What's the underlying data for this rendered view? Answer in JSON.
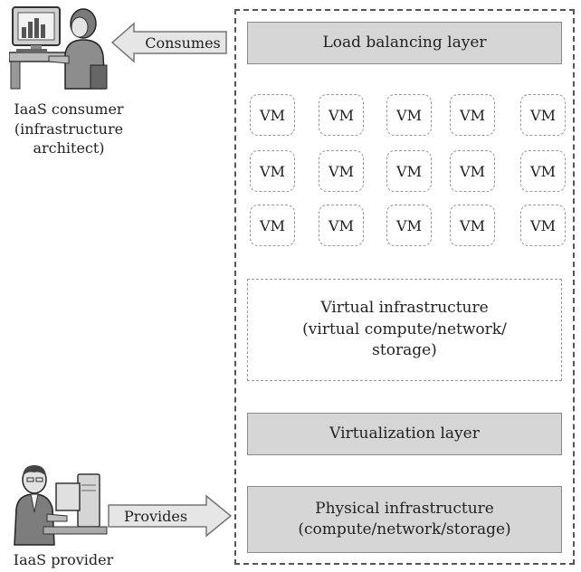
{
  "consumer": {
    "label_lines": [
      "IaaS consumer",
      "(infrastructure",
      "architect)"
    ],
    "icon": "person-at-computer-icon"
  },
  "provider": {
    "label": "IaaS provider",
    "icon": "man-at-computer-icon"
  },
  "arrows": {
    "consumes": "Consumes",
    "provides": "Provides"
  },
  "layers": {
    "load_balancing": "Load balancing layer",
    "virtual_infrastructure": [
      "Virtual infrastructure",
      "(virtual compute/network/",
      "storage)"
    ],
    "virtualization": "Virtualization layer",
    "physical_infrastructure": [
      "Physical infrastructure",
      "(compute/network/storage)"
    ]
  },
  "vm_grid": {
    "rows": [
      [
        "VM",
        "VM",
        "VM",
        "VM",
        "VM"
      ],
      [
        "VM",
        "VM",
        "VM",
        "VM",
        "VM"
      ],
      [
        "VM",
        "VM",
        "VM",
        "VM",
        "VM"
      ]
    ]
  },
  "colors": {
    "layer_fill": "#d6d6d6",
    "arrow_fill": "#e6e6e6",
    "border": "#555555"
  }
}
